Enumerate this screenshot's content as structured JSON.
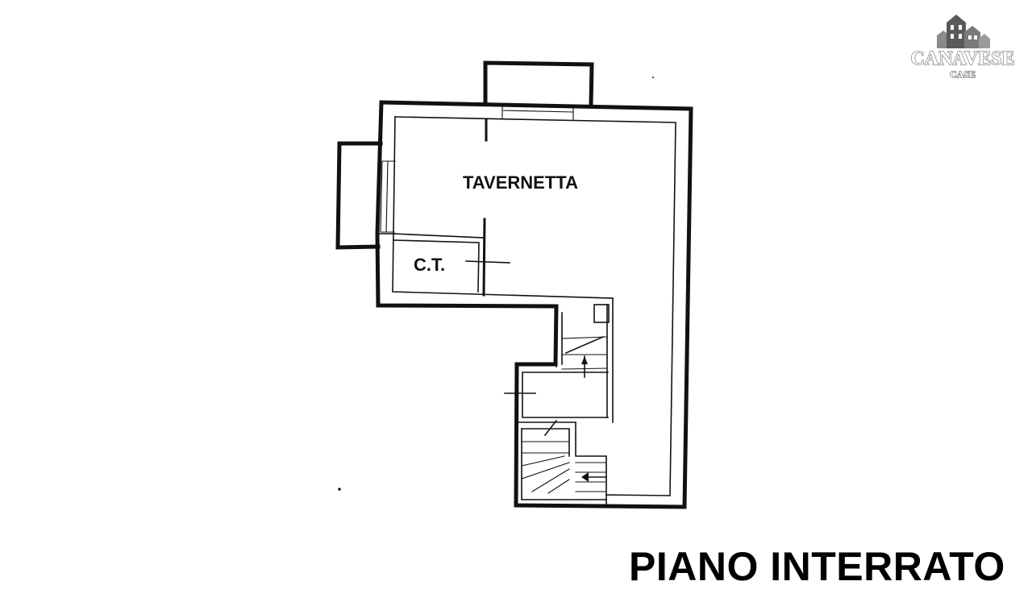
{
  "rooms": {
    "tavernetta": "TAVERNETTA",
    "ct": "C.T."
  },
  "floor_title": "PIANO INTERRATO",
  "logo": {
    "name": "CANAVESE",
    "sub": "CASE"
  },
  "colors": {
    "ink": "#111111",
    "logo_gray": "#8a8a8a",
    "logo_dark": "#4a4a4a"
  }
}
